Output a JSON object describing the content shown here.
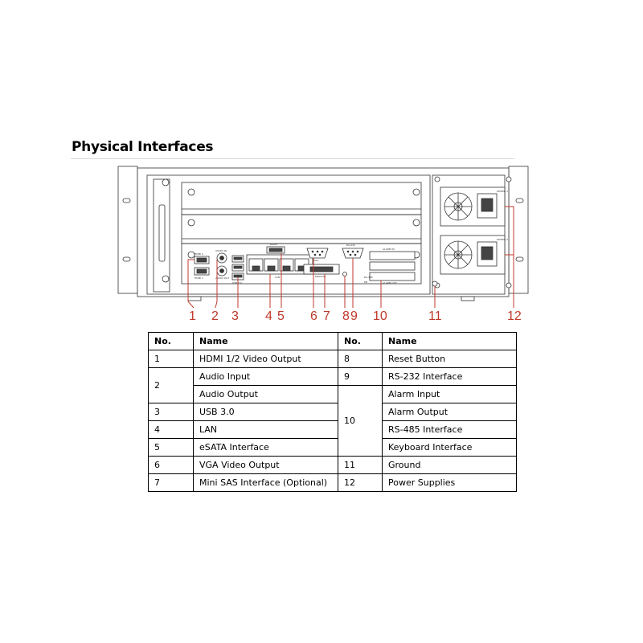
{
  "heading": "Physical Interfaces",
  "device_labels": {
    "hdmi_top": "HDMI 2",
    "hdmi_bottom": "HDMI 1",
    "audio_in": "AUDIO IN",
    "audio_out": "AUDIO OUT",
    "usb": "USB 3.0",
    "lan": "LAN",
    "esata": "eSATA",
    "vga": "VGA",
    "mini_sas": "MINI SAS",
    "rs232": "RS-232",
    "alarm_in": "ALARM IN",
    "alarm_out": "ALARM OUT",
    "rs485": "RS-485",
    "keyboard": "KB",
    "power1": "POWER 1",
    "power2": "POWER 2"
  },
  "callouts": [
    "1",
    "2",
    "3",
    "4",
    "5",
    "6",
    "7",
    "8",
    "9",
    "10",
    "11",
    "12"
  ],
  "table": {
    "headers": {
      "no": "No.",
      "name": "Name",
      "no2": "No.",
      "name2": "Name"
    },
    "left": [
      {
        "no": "1",
        "names": [
          "HDMI 1/2 Video Output"
        ]
      },
      {
        "no": "2",
        "names": [
          "Audio Input",
          "Audio Output"
        ]
      },
      {
        "no": "3",
        "names": [
          "USB 3.0"
        ]
      },
      {
        "no": "4",
        "names": [
          "LAN"
        ]
      },
      {
        "no": "5",
        "names": [
          "eSATA Interface"
        ]
      },
      {
        "no": "6",
        "names": [
          "VGA Video Output"
        ]
      },
      {
        "no": "7",
        "names": [
          "Mini SAS Interface (Optional)"
        ]
      }
    ],
    "right": [
      {
        "no": "8",
        "names": [
          "Reset Button"
        ]
      },
      {
        "no": "9",
        "names": [
          "RS-232 Interface"
        ]
      },
      {
        "no": "10",
        "names": [
          "Alarm Input",
          "Alarm Output",
          "RS-485 Interface",
          "Keyboard Interface"
        ]
      },
      {
        "no": "11",
        "names": [
          "Ground"
        ]
      },
      {
        "no": "12",
        "names": [
          "Power Supplies"
        ]
      }
    ]
  }
}
